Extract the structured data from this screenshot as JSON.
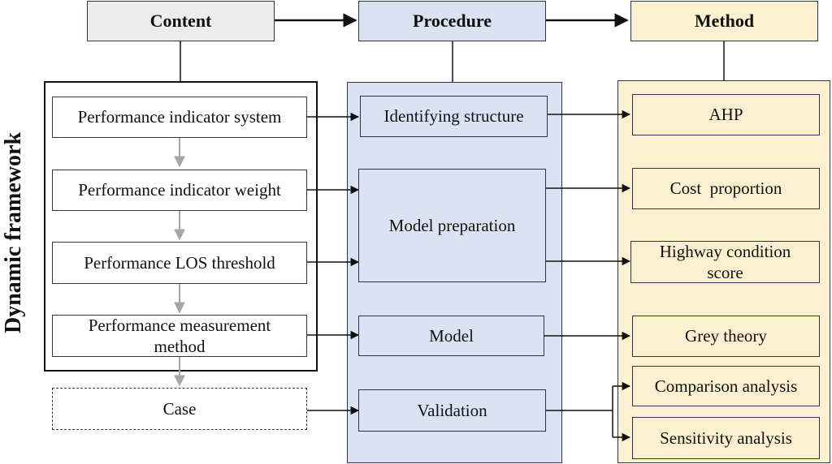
{
  "title": "Dynamic framework",
  "headers": {
    "content": "Content",
    "procedure": "Procedure",
    "method": "Method"
  },
  "content": {
    "system": "Performance indicator system",
    "weight": "Performance indicator weight",
    "threshold": "Performance LOS threshold",
    "measurement": "Performance measurement method",
    "case": "Case"
  },
  "procedure": {
    "structure": "Identifying structure",
    "preparation": "Model preparation",
    "model": "Model",
    "validation": "Validation"
  },
  "method": {
    "ahp": "AHP",
    "cost": "Cost  proportion",
    "condition": "Highway condition score",
    "grey": "Grey theory",
    "comparison": "Comparison analysis",
    "sensitivity": "Sensitivity analysis"
  },
  "colors": {
    "content_header": "#ececec",
    "procedure_fill": "#dbe3f3",
    "method_fill": "#fbf0cf",
    "border": "#2a3550",
    "grey_arrow": "#a6a6a6"
  }
}
